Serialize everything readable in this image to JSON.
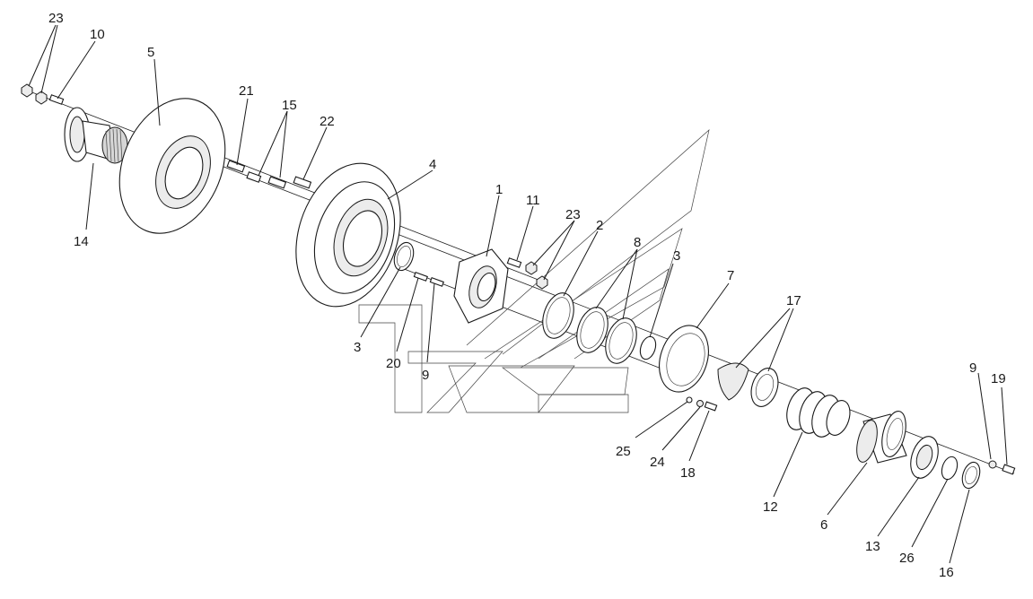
{
  "callouts": [
    {
      "id": "c1",
      "label": "23"
    },
    {
      "id": "c2",
      "label": "10"
    },
    {
      "id": "c3",
      "label": "5"
    },
    {
      "id": "c4",
      "label": "14"
    },
    {
      "id": "c5",
      "label": "21"
    },
    {
      "id": "c6",
      "label": "15"
    },
    {
      "id": "c7",
      "label": "22"
    },
    {
      "id": "c8",
      "label": "4"
    },
    {
      "id": "c9",
      "label": "1"
    },
    {
      "id": "c10",
      "label": "11"
    },
    {
      "id": "c11",
      "label": "23"
    },
    {
      "id": "c12",
      "label": "2"
    },
    {
      "id": "c13",
      "label": "8"
    },
    {
      "id": "c14",
      "label": "3"
    },
    {
      "id": "c15",
      "label": "7"
    },
    {
      "id": "c16",
      "label": "17"
    },
    {
      "id": "c17",
      "label": "3"
    },
    {
      "id": "c18",
      "label": "20"
    },
    {
      "id": "c19",
      "label": "9"
    },
    {
      "id": "c20",
      "label": "25"
    },
    {
      "id": "c21",
      "label": "24"
    },
    {
      "id": "c22",
      "label": "18"
    },
    {
      "id": "c23",
      "label": "12"
    },
    {
      "id": "c24",
      "label": "6"
    },
    {
      "id": "c25",
      "label": "13"
    },
    {
      "id": "c26",
      "label": "26"
    },
    {
      "id": "c27",
      "label": "16"
    },
    {
      "id": "c28",
      "label": "9"
    },
    {
      "id": "c29",
      "label": "19"
    }
  ]
}
